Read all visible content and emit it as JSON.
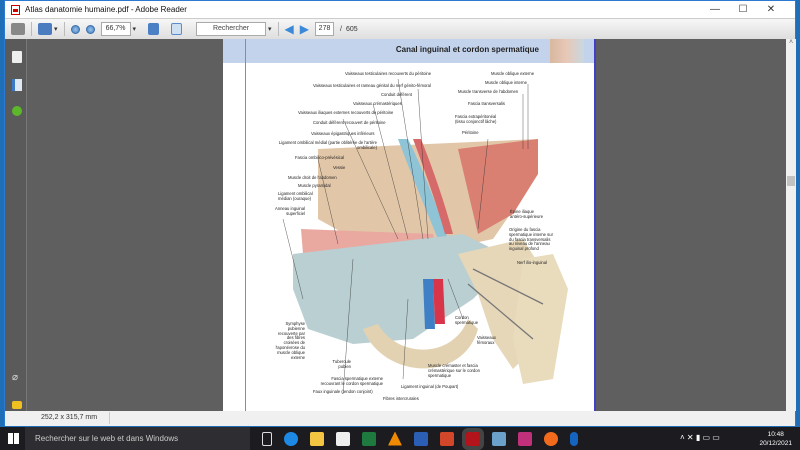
{
  "window": {
    "title": "Atlas danatomie humaine.pdf - Adobe Reader",
    "minimize": "—",
    "maximize": "☐",
    "close": "✕"
  },
  "toolbar": {
    "zoom": "66,7%",
    "search_placeholder": "Rechercher",
    "page_current": "278",
    "page_separator": "/",
    "page_total": "605"
  },
  "page": {
    "header_title": "Canal inguinal et cordon spermatique",
    "labels": [
      "Vaisseaux testiculaires recouverts du péritoine",
      "Vaisseaux testiculaires et rameau génital du nerf génito-fémoral",
      "Conduit déférent",
      "Vaisseaux crémastériques",
      "Vaisseaux iliaques externes recouverts de péritoine",
      "Conduit déférent recouvert de péritoine",
      "Vaisseaux épigastriques inférieurs",
      "Ligament ombilical médial (partie oblitérée de l'artère ombilicale)",
      "Fascia ombilico-prévésical",
      "Vessie",
      "Muscle droit de l'abdomen",
      "Muscle pyramidal",
      "Ligament ombilical médian (ouraque)",
      "Anneau inguinal superficiel",
      "Muscle oblique externe",
      "Muscle oblique interne",
      "Muscle transverse de l'abdomen",
      "Fascia transversalis",
      "Fascia extrapéritonéal (tissu conjonctif lâche)",
      "Péritoine",
      "Épine iliaque antéro-supérieure",
      "Origine du fascia spermatique interne sur du fascia transversalis au niveau de l'anneau inguinal profond",
      "Nerf ilio-inguinal",
      "Cordon spermatique",
      "Vaisseaux fémoraux",
      "Muscle crémaster et fascia crémastérique sur le cordon spermatique",
      "Ligament inguinal (de Poupart)",
      "Fibres intercrurales",
      "Faux inguinale (tendon conjoint)",
      "Fascia spermatique externe recouvrant le cordon spermatique",
      "Tubercule pubien",
      "Symphyse pubienne recouverte par des fibres croisées de l'aponévrose du muscle oblique externe"
    ]
  },
  "status": {
    "page_size": "252,2 x 315,7 mm"
  },
  "taskbar": {
    "search": "Rechercher sur le web et dans Windows",
    "time": "10:48",
    "date": "20/12/2021"
  },
  "colors": {
    "band": "#c3d3ec",
    "doc_bg": "#5f5f5f",
    "taskbar": "#1c1c20"
  }
}
